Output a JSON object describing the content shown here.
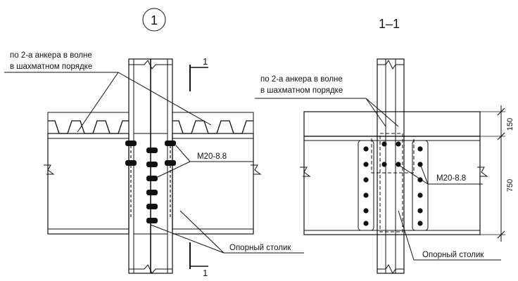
{
  "detail_marker": "1",
  "section_title": "1–1",
  "left": {
    "anchor_note_line1": "по 2-а анкера в волне",
    "anchor_note_line2": "в шахматном порядке",
    "bolt_label": "M20-8.8",
    "support_label": "Опорный столик",
    "cut_mark_top": "1",
    "cut_mark_bottom": "1"
  },
  "right": {
    "anchor_note_line1": "по 2-а анкера в волне",
    "anchor_note_line2": "в шахматном порядке",
    "bolt_label": "M20-8.8",
    "support_label": "Опорный столик",
    "dim_slab": "150",
    "dim_beam": "750"
  }
}
